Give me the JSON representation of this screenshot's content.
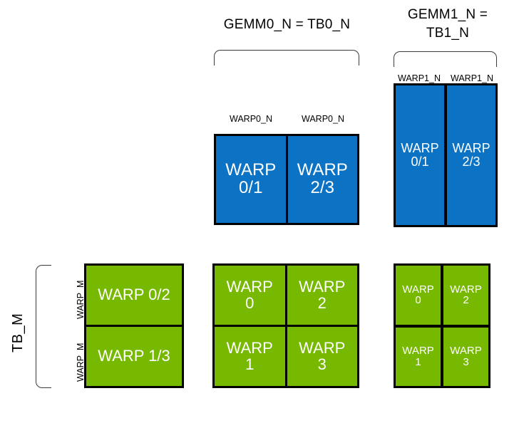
{
  "diagram": {
    "title_gemm0": "GEMM0_N = TB0_N",
    "title_gemm1": "GEMM1_N =\nTB1_N",
    "tb_m_label": "TB_M",
    "warp_m_label_top": "WARP_M",
    "warp_m_label_bottom": "WARP_M",
    "colors": {
      "blue": "#0b72c4",
      "green": "#76b900",
      "outline": "#000000",
      "text_on_block": "#ffffff",
      "label_text": "#000000",
      "brace": "#3b3b3b"
    }
  },
  "gemm0_top": {
    "tick_labels": [
      "WARP0_N",
      "WARP0_N"
    ],
    "cells": [
      {
        "label": "WARP\n0/1"
      },
      {
        "label": "WARP\n2/3"
      }
    ]
  },
  "gemm1_top": {
    "tick_labels": [
      "WARP1_N",
      "WARP1_N"
    ],
    "cells": [
      {
        "label": "WARP\n0/1"
      },
      {
        "label": "WARP\n2/3"
      }
    ]
  },
  "left_green": {
    "cells": [
      {
        "label": "WARP 0/2"
      },
      {
        "label": "WARP 1/3"
      }
    ]
  },
  "middle_green": {
    "cells": [
      {
        "label": "WARP\n0"
      },
      {
        "label": "WARP\n2"
      },
      {
        "label": "WARP\n1"
      },
      {
        "label": "WARP\n3"
      }
    ]
  },
  "right_green": {
    "cells": [
      {
        "label": "WARP\n0"
      },
      {
        "label": "WARP\n2"
      },
      {
        "label": "WARP\n1"
      },
      {
        "label": "WARP\n3"
      }
    ]
  }
}
